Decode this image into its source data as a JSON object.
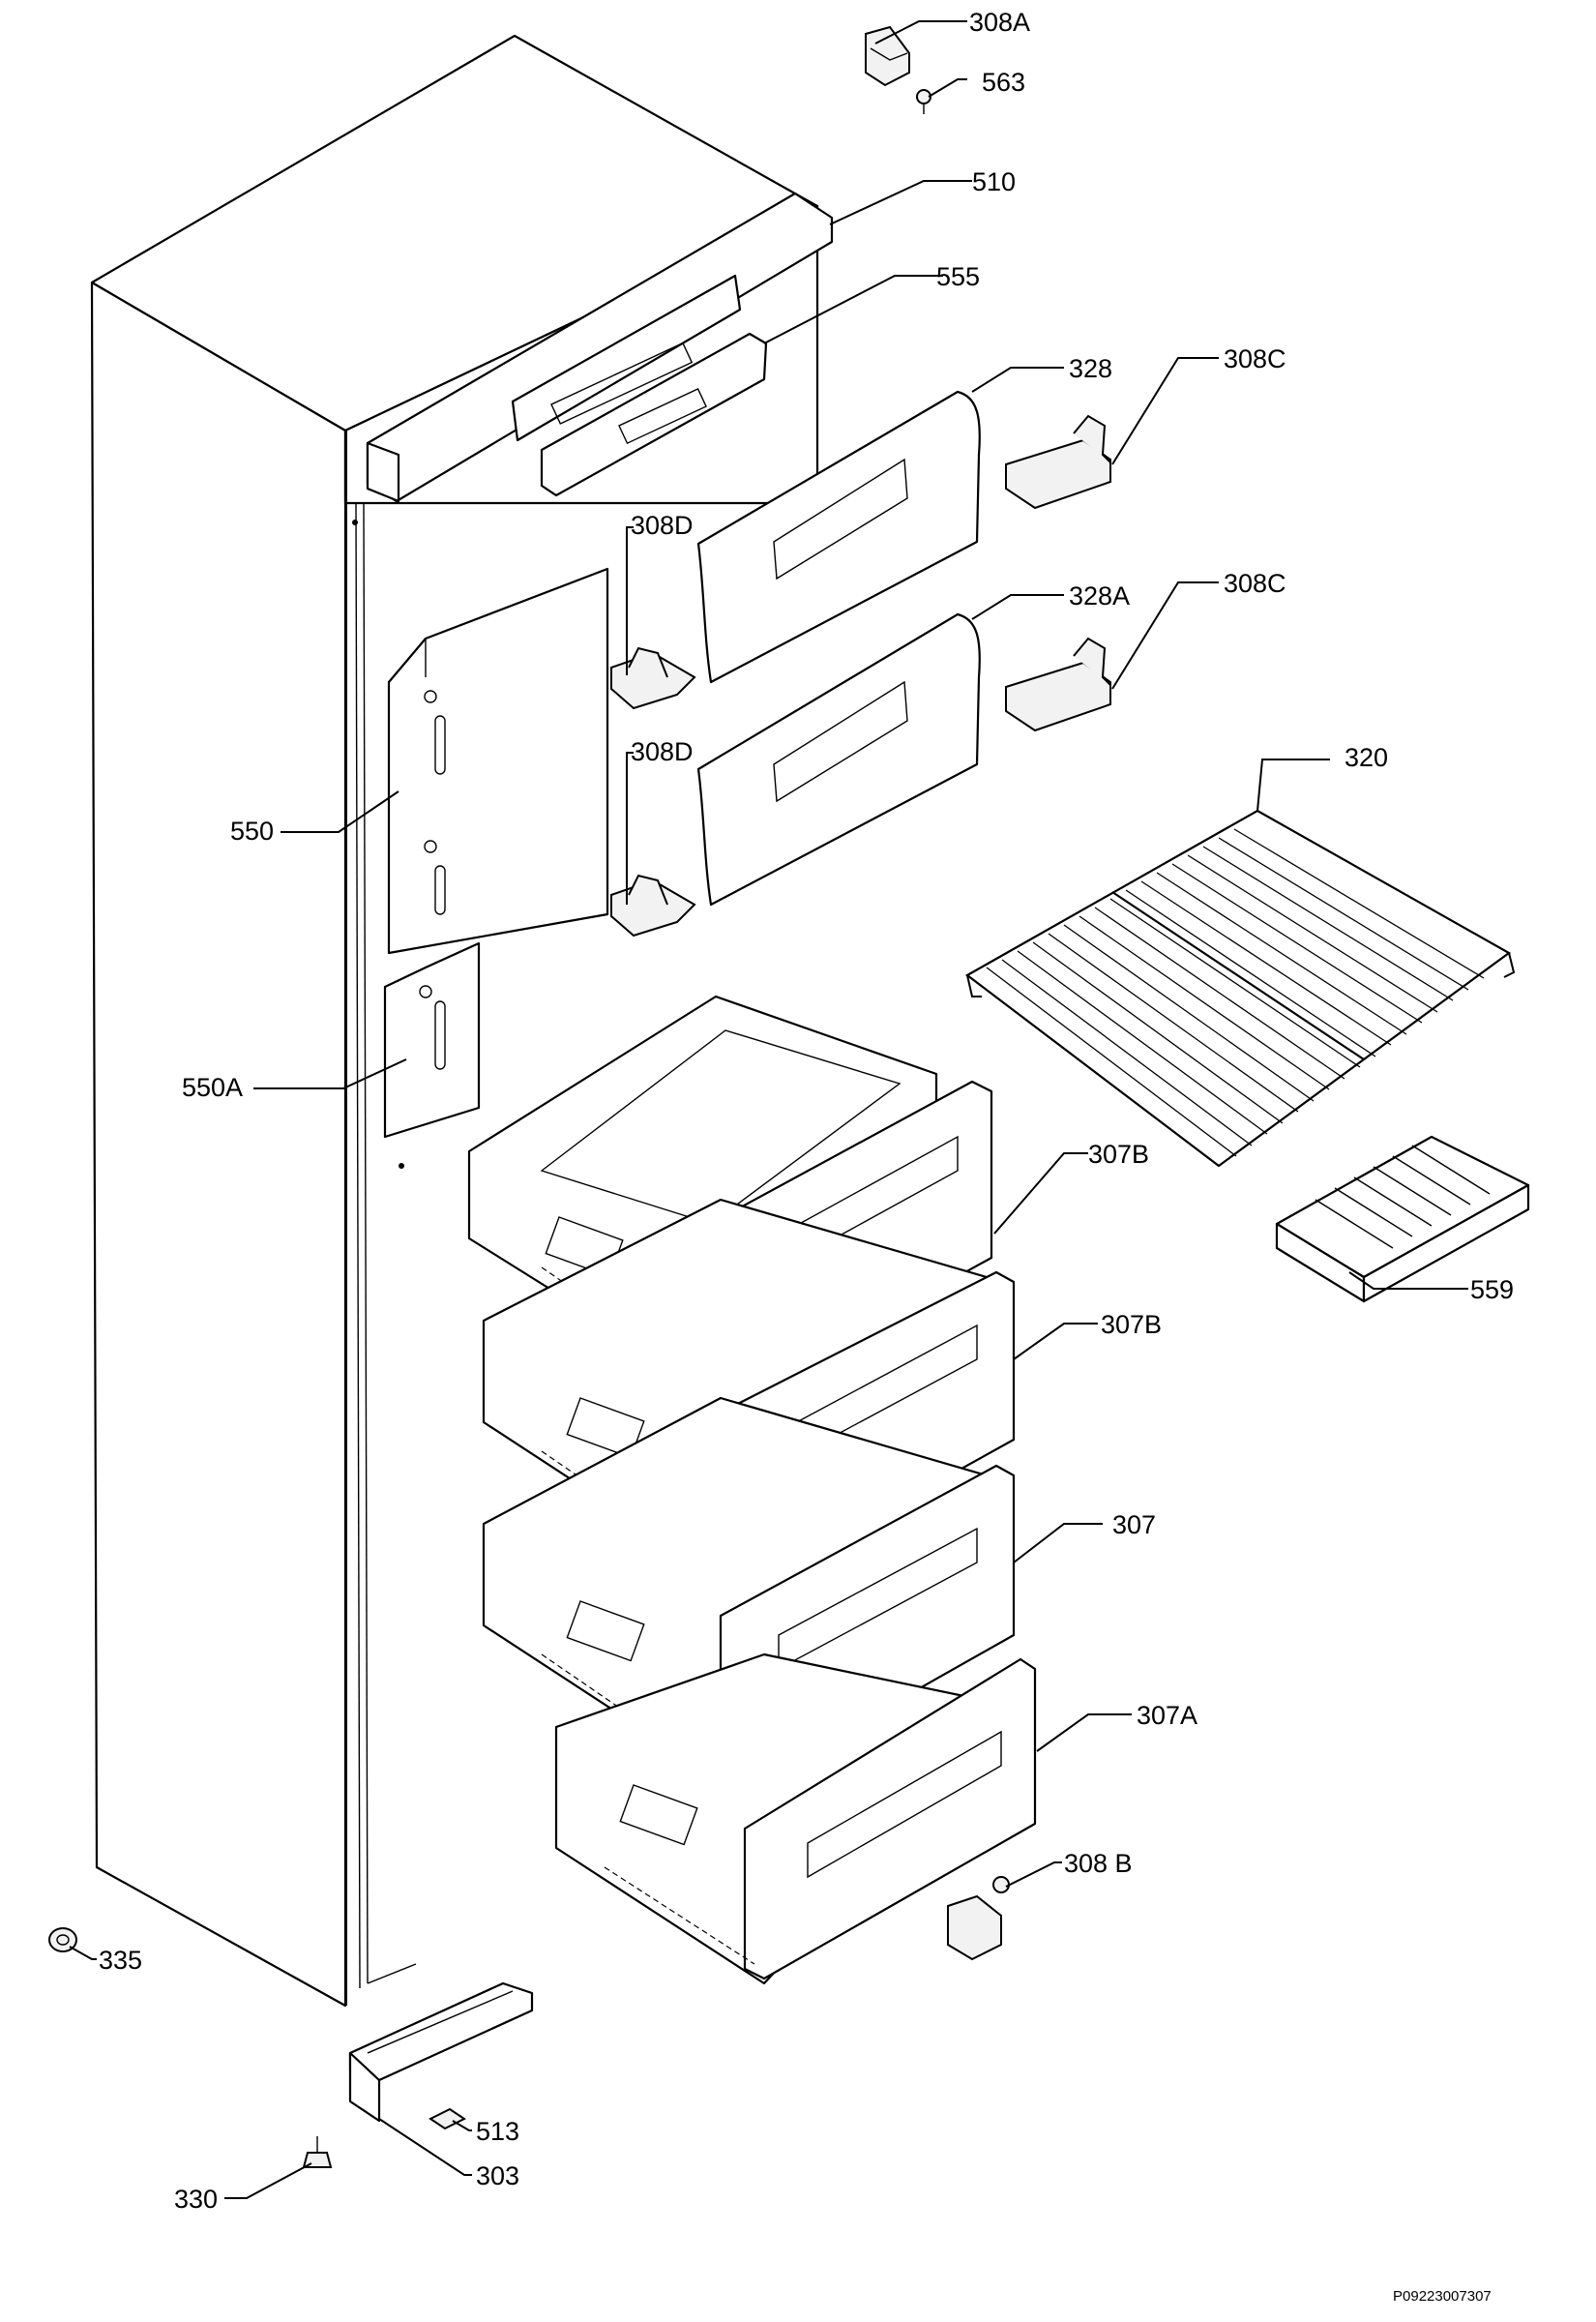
{
  "callouts": {
    "c308A_top": "308A",
    "c563": "563",
    "c510": "510",
    "c555": "555",
    "c328": "328",
    "c308C_1": "308C",
    "c308D_1": "308D",
    "c328A": "328A",
    "c308C_2": "308C",
    "c308D_2": "308D",
    "c320": "320",
    "c550": "550",
    "c550A": "550A",
    "c307B_1": "307B",
    "c559": "559",
    "c307B_2": "307B",
    "c307": "307",
    "c307A": "307A",
    "c308B": "308 B",
    "c335": "335",
    "c513": "513",
    "c303": "303",
    "c330": "330"
  },
  "drawing_code": "P09223007307"
}
